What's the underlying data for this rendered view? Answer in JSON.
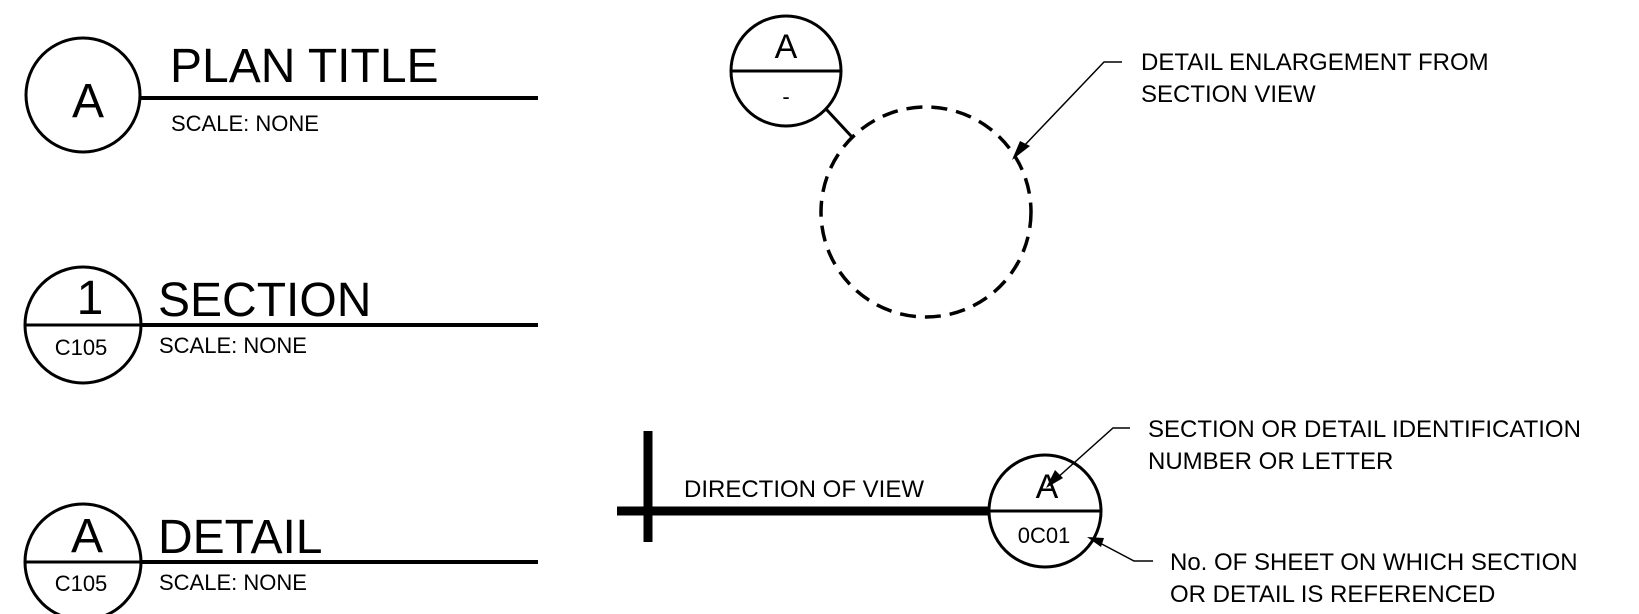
{
  "colors": {
    "ink": "#000000",
    "background": "#ffffff"
  },
  "plan_title": {
    "marker_letter": "A",
    "title": "PLAN TITLE",
    "scale": "SCALE: NONE"
  },
  "section_title": {
    "marker_number": "1",
    "marker_sheet": "C105",
    "title": "SECTION",
    "scale": "SCALE: NONE"
  },
  "detail_title": {
    "marker_letter": "A",
    "marker_sheet": "C105",
    "title": "DETAIL",
    "scale": "SCALE: NONE"
  },
  "detail_enlargement": {
    "marker_letter": "A",
    "marker_sheet": "-",
    "note_line1": "DETAIL ENLARGEMENT FROM",
    "note_line2": "SECTION VIEW"
  },
  "section_cut": {
    "direction_label": "DIRECTION OF VIEW",
    "marker_letter": "A",
    "marker_sheet": "0C01",
    "id_note_line1": "SECTION OR DETAIL IDENTIFICATION",
    "id_note_line2": "NUMBER OR LETTER",
    "sheet_note_line1": "No. OF SHEET ON WHICH SECTION",
    "sheet_note_line2": "OR DETAIL IS REFERENCED"
  }
}
